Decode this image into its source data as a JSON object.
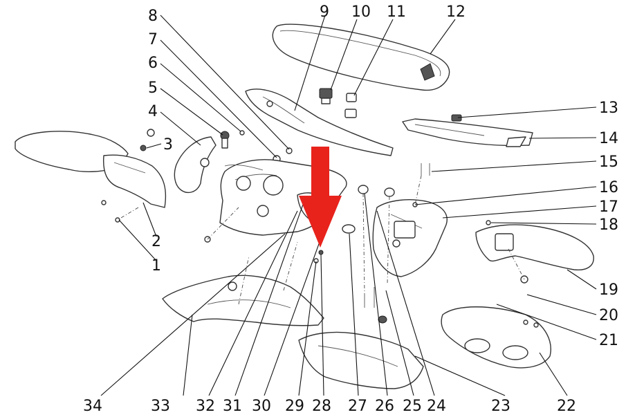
{
  "callouts": [
    {
      "id": "1",
      "label": "1"
    },
    {
      "id": "2",
      "label": "2"
    },
    {
      "id": "3",
      "label": "3"
    },
    {
      "id": "4",
      "label": "4"
    },
    {
      "id": "5",
      "label": "5"
    },
    {
      "id": "6",
      "label": "6"
    },
    {
      "id": "7",
      "label": "7"
    },
    {
      "id": "8",
      "label": "8"
    },
    {
      "id": "9",
      "label": "9"
    },
    {
      "id": "10",
      "label": "10"
    },
    {
      "id": "11",
      "label": "11"
    },
    {
      "id": "12",
      "label": "12"
    },
    {
      "id": "13",
      "label": "13"
    },
    {
      "id": "14",
      "label": "14"
    },
    {
      "id": "15",
      "label": "15"
    },
    {
      "id": "16",
      "label": "16"
    },
    {
      "id": "17",
      "label": "17"
    },
    {
      "id": "18",
      "label": "18"
    },
    {
      "id": "19",
      "label": "19"
    },
    {
      "id": "20",
      "label": "20"
    },
    {
      "id": "21",
      "label": "21"
    },
    {
      "id": "22",
      "label": "22"
    },
    {
      "id": "23",
      "label": "23"
    },
    {
      "id": "24",
      "label": "24"
    },
    {
      "id": "25",
      "label": "25"
    },
    {
      "id": "26",
      "label": "26"
    },
    {
      "id": "27",
      "label": "27"
    },
    {
      "id": "28",
      "label": "28"
    },
    {
      "id": "29",
      "label": "29"
    },
    {
      "id": "30",
      "label": "30"
    },
    {
      "id": "31",
      "label": "31"
    },
    {
      "id": "32",
      "label": "32"
    },
    {
      "id": "33",
      "label": "33"
    },
    {
      "id": "34",
      "label": "34"
    }
  ],
  "highlight": {
    "target": "28",
    "color": "#e8231c"
  },
  "colors": {
    "line": "#333333",
    "background": "#ffffff"
  }
}
